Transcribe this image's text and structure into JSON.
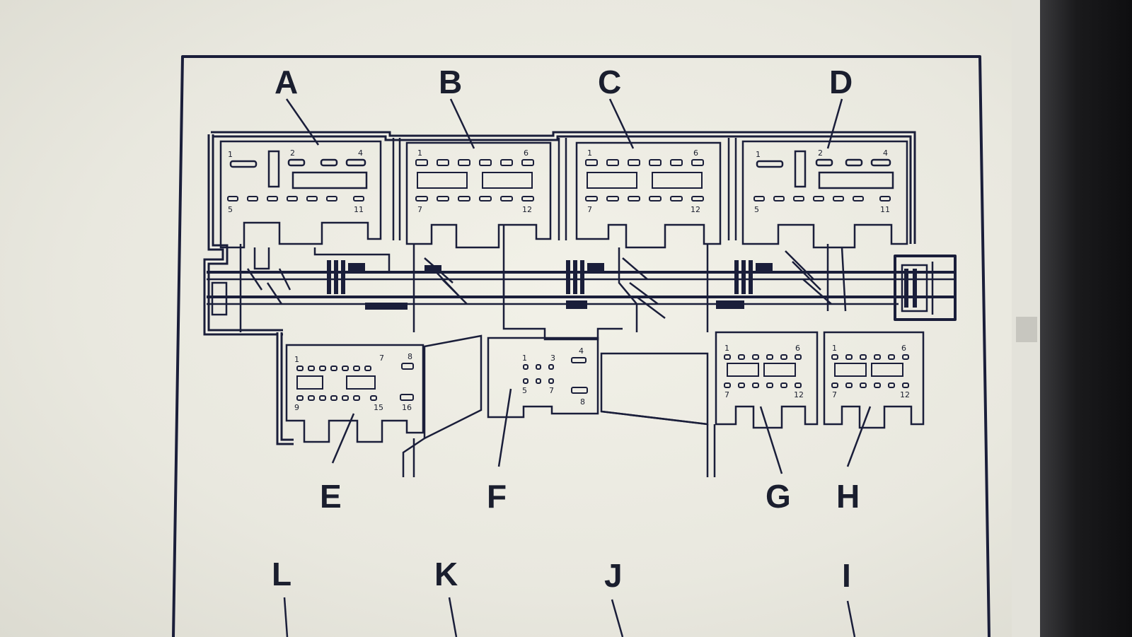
{
  "diagram": {
    "connector_labels_top": [
      "A",
      "B",
      "C",
      "D"
    ],
    "connector_labels_mid": [
      "E",
      "F",
      "G",
      "H"
    ],
    "connector_labels_bottom": [
      "L",
      "K",
      "J",
      "I"
    ],
    "pins": {
      "A": {
        "top": [
          "1",
          "2",
          "4"
        ],
        "bottom": [
          "5",
          "11"
        ]
      },
      "B": {
        "top": [
          "1",
          "6"
        ],
        "bottom": [
          "7",
          "12"
        ]
      },
      "C": {
        "top": [
          "1",
          "6"
        ],
        "bottom": [
          "7",
          "12"
        ]
      },
      "D": {
        "top": [
          "1",
          "2",
          "4"
        ],
        "bottom": [
          "5",
          "11"
        ]
      },
      "E": {
        "top": [
          "1",
          "7",
          "8"
        ],
        "bottom": [
          "9",
          "15",
          "16"
        ]
      },
      "F": {
        "top": [
          "1",
          "3",
          "4"
        ],
        "bottom": [
          "5",
          "7",
          "8"
        ]
      },
      "G": {
        "top": [
          "1",
          "6"
        ],
        "bottom": [
          "7",
          "12"
        ]
      },
      "H": {
        "top": [
          "1",
          "6"
        ],
        "bottom": [
          "7",
          "12"
        ]
      }
    }
  }
}
